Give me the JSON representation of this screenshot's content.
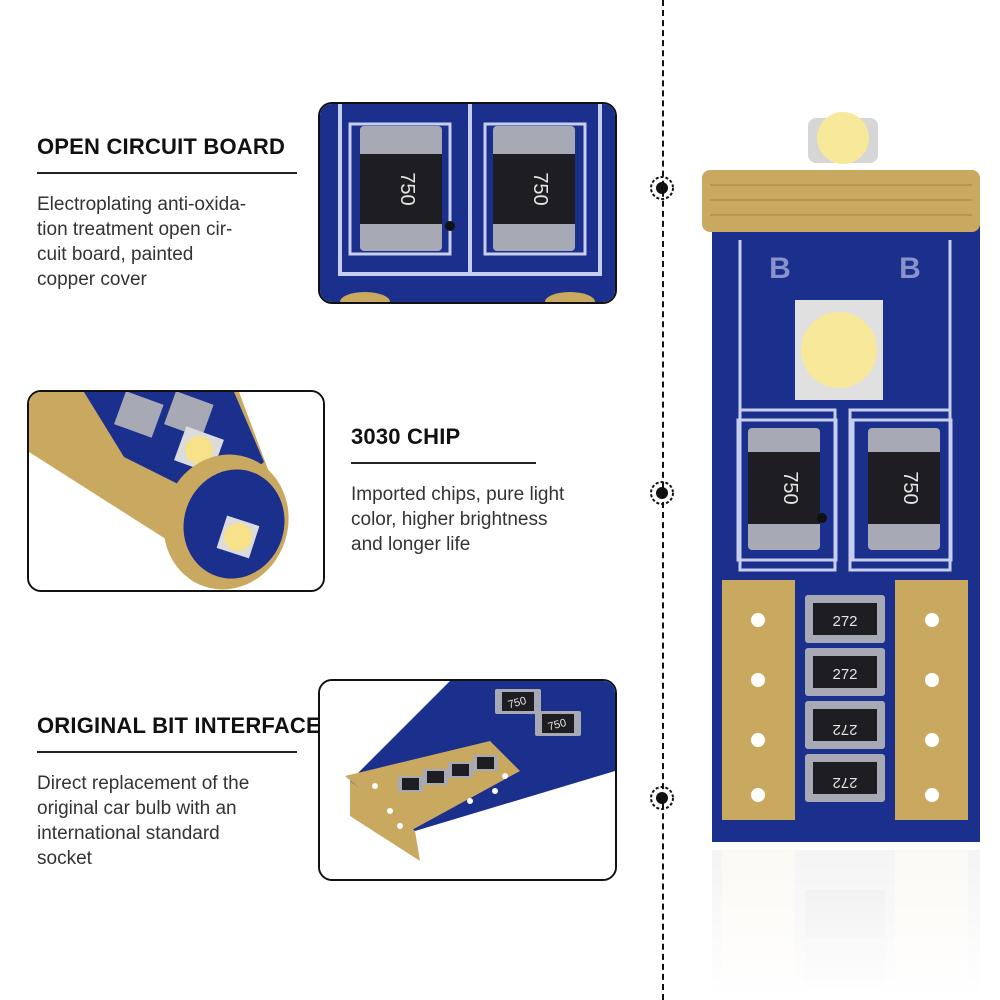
{
  "features": [
    {
      "title": "OPEN CIRCUIT BOARD",
      "description": "Electroplating anti-oxida-\ntion treatment open cir-\ncuit board, painted\ncopper cover"
    },
    {
      "title": "3030 CHIP",
      "description": "Imported chips, pure light\ncolor, higher brightness\nand longer life"
    },
    {
      "title": "ORIGINAL BIT INTERFACE",
      "description": "Direct replacement of the\noriginal car bulb with an\ninternational standard\nsocket"
    }
  ],
  "resistor_codes": {
    "large": "750",
    "small": "272"
  },
  "board_marks": {
    "left": "B",
    "right": "B"
  },
  "colors": {
    "pcb_blue": "#1b2f8c",
    "gold": "#c9a860",
    "text_dark": "#111111"
  }
}
